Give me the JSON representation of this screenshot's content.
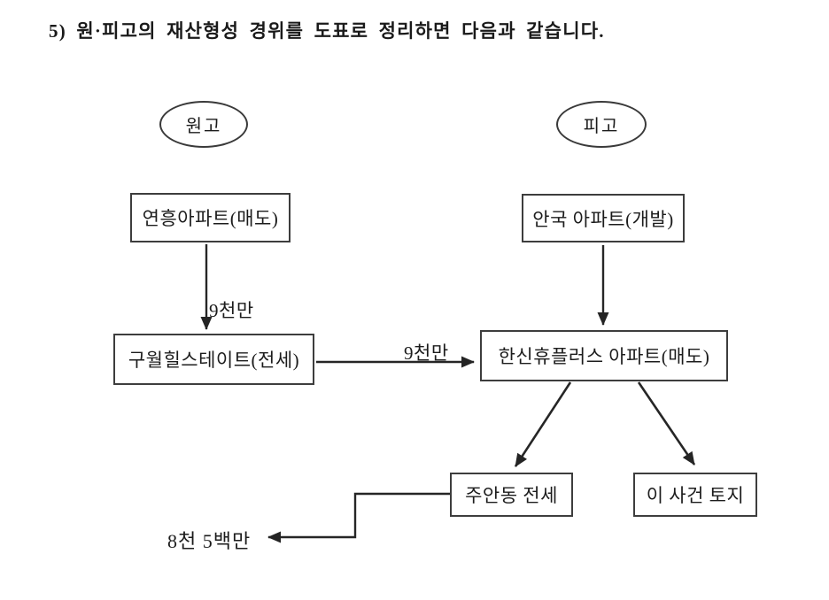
{
  "document": {
    "title": "5) 원·피고의 재산형성 경위를 도표로 정리하면 다음과 같습니다."
  },
  "diagram": {
    "actors": [
      {
        "label": "원고"
      },
      {
        "label": "피고"
      }
    ],
    "nodes": [
      {
        "label": "연흥아파트(매도)"
      },
      {
        "label": "안국 아파트(개발)"
      },
      {
        "label": "구월힐스테이트(전세)"
      },
      {
        "label": "한신휴플러스 아파트(매도)"
      },
      {
        "label": "주안동 전세"
      },
      {
        "label": "이 사건 토지"
      }
    ],
    "edges": [
      {
        "from": "연흥아파트(매도)",
        "to": "구월힐스테이트(전세)",
        "label": "9천만"
      },
      {
        "from": "안국 아파트(개발)",
        "to": "한신휴플러스 아파트(매도)",
        "label": ""
      },
      {
        "from": "구월힐스테이트(전세)",
        "to": "한신휴플러스 아파트(매도)",
        "label": "9천만"
      },
      {
        "from": "한신휴플러스 아파트(매도)",
        "to": "주안동 전세",
        "label": ""
      },
      {
        "from": "한신휴플러스 아파트(매도)",
        "to": "이 사건 토지",
        "label": ""
      },
      {
        "from": "주안동 전세",
        "to": "",
        "label": "8천 5백만"
      }
    ],
    "colors": {
      "ink": "#1c1c1c",
      "line": "#262626",
      "background": "#ffffff"
    }
  }
}
